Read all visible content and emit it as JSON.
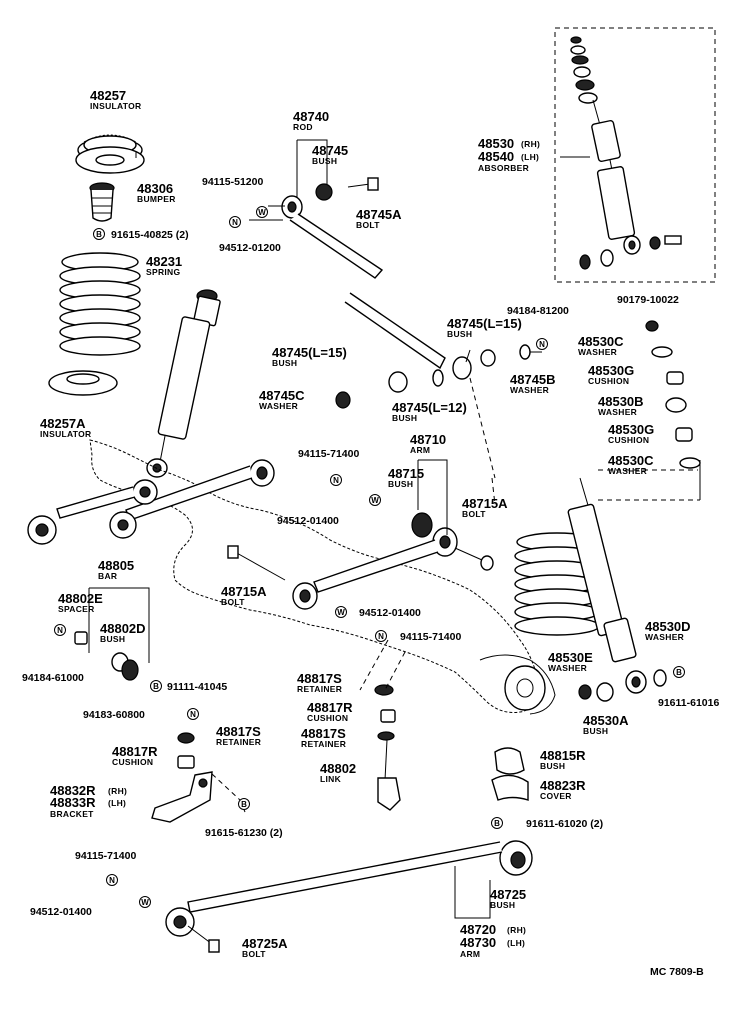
{
  "diagram_code": "MC 7809-B",
  "parts": [
    {
      "id": "p48257",
      "number": "48257",
      "name": "INSULATOR"
    },
    {
      "id": "p48306",
      "number": "48306",
      "name": "BUMPER"
    },
    {
      "id": "p91615_40825",
      "number": "91615-40825 (2)",
      "name": ""
    },
    {
      "id": "p48231",
      "number": "48231",
      "name": "SPRING"
    },
    {
      "id": "p48257A",
      "number": "48257A",
      "name": "INSULATOR"
    },
    {
      "id": "p48740",
      "number": "48740",
      "name": "ROD"
    },
    {
      "id": "p48745",
      "number": "48745",
      "name": "BUSH"
    },
    {
      "id": "p94115_51200",
      "number": "94115-51200",
      "name": ""
    },
    {
      "id": "p94512_01200",
      "number": "94512-01200",
      "name": ""
    },
    {
      "id": "p48745A",
      "number": "48745A",
      "name": "BOLT"
    },
    {
      "id": "p48530",
      "number": "48530",
      "name": "ABSORBER",
      "variant1": "(RH)",
      "number2": "48540",
      "variant2": "(LH)"
    },
    {
      "id": "p94184_81200",
      "number": "94184-81200",
      "name": ""
    },
    {
      "id": "p90179_10022",
      "number": "90179-10022",
      "name": ""
    },
    {
      "id": "p48745L15a",
      "number": "48745(L=15)",
      "name": "BUSH"
    },
    {
      "id": "p48745L15b",
      "number": "48745(L=15)",
      "name": "BUSH"
    },
    {
      "id": "p48745B",
      "number": "48745B",
      "name": "WASHER"
    },
    {
      "id": "p48530C_top",
      "number": "48530C",
      "name": "WASHER"
    },
    {
      "id": "p48530G_top",
      "number": "48530G",
      "name": "CUSHION"
    },
    {
      "id": "p48530B",
      "number": "48530B",
      "name": "WASHER"
    },
    {
      "id": "p48530G_bot",
      "number": "48530G",
      "name": "CUSHION"
    },
    {
      "id": "p48530C_bot",
      "number": "48530C",
      "name": "WASHER"
    },
    {
      "id": "p48745C",
      "number": "48745C",
      "name": "WASHER"
    },
    {
      "id": "p48745L12",
      "number": "48745(L=12)",
      "name": "BUSH"
    },
    {
      "id": "p94115_71400a",
      "number": "94115-71400",
      "name": ""
    },
    {
      "id": "p48710",
      "number": "48710",
      "name": "ARM"
    },
    {
      "id": "p48715",
      "number": "48715",
      "name": "BUSH"
    },
    {
      "id": "p48715A_r",
      "number": "48715A",
      "name": "BOLT"
    },
    {
      "id": "p94512_01400a",
      "number": "94512-01400",
      "name": ""
    },
    {
      "id": "p48715A_l",
      "number": "48715A",
      "name": "BOLT"
    },
    {
      "id": "p48805",
      "number": "48805",
      "name": "BAR"
    },
    {
      "id": "p48802E",
      "number": "48802E",
      "name": "SPACER"
    },
    {
      "id": "p48802D",
      "number": "48802D",
      "name": "BUSH"
    },
    {
      "id": "p94184_61000",
      "number": "94184-61000",
      "name": ""
    },
    {
      "id": "p91111_41045",
      "number": "91111-41045",
      "name": ""
    },
    {
      "id": "p94512_01400b",
      "number": "94512-01400",
      "name": ""
    },
    {
      "id": "p94115_71400b",
      "number": "94115-71400",
      "name": ""
    },
    {
      "id": "p48530D",
      "number": "48530D",
      "name": "WASHER"
    },
    {
      "id": "p48530E",
      "number": "48530E",
      "name": "WASHER"
    },
    {
      "id": "p48530A",
      "number": "48530A",
      "name": "BUSH"
    },
    {
      "id": "p91611_61016",
      "number": "91611-61016",
      "name": ""
    },
    {
      "id": "p48817S_a",
      "number": "48817S",
      "name": "RETAINER"
    },
    {
      "id": "p48817R_a",
      "number": "48817R",
      "name": "CUSHION"
    },
    {
      "id": "p48817S_b",
      "number": "48817S",
      "name": "RETAINER"
    },
    {
      "id": "p94183_60800",
      "number": "94183-60800",
      "name": ""
    },
    {
      "id": "p48817S_c",
      "number": "48817S",
      "name": "RETAINER"
    },
    {
      "id": "p48817R_b",
      "number": "48817R",
      "name": "CUSHION"
    },
    {
      "id": "p48802",
      "number": "48802",
      "name": "LINK"
    },
    {
      "id": "p48815R",
      "number": "48815R",
      "name": "BUSH"
    },
    {
      "id": "p48823R",
      "number": "48823R",
      "name": "COVER"
    },
    {
      "id": "p48832R",
      "number": "48832R",
      "name": "BRACKET",
      "variant1": "(RH)",
      "number2": "48833R",
      "variant2": "(LH)"
    },
    {
      "id": "p91615_61230",
      "number": "91615-61230 (2)",
      "name": ""
    },
    {
      "id": "p91611_61020",
      "number": "91611-61020 (2)",
      "name": ""
    },
    {
      "id": "p94115_71400c",
      "number": "94115-71400",
      "name": ""
    },
    {
      "id": "p94512_01400c",
      "number": "94512-01400",
      "name": ""
    },
    {
      "id": "p48725",
      "number": "48725",
      "name": "BUSH"
    },
    {
      "id": "p48720",
      "number": "48720",
      "name": "ARM",
      "variant1": "(RH)",
      "number2": "48730",
      "variant2": "(LH)"
    },
    {
      "id": "p48725A",
      "number": "48725A",
      "name": "BOLT"
    }
  ],
  "markers": {
    "N": "N",
    "W": "W",
    "B": "B"
  }
}
